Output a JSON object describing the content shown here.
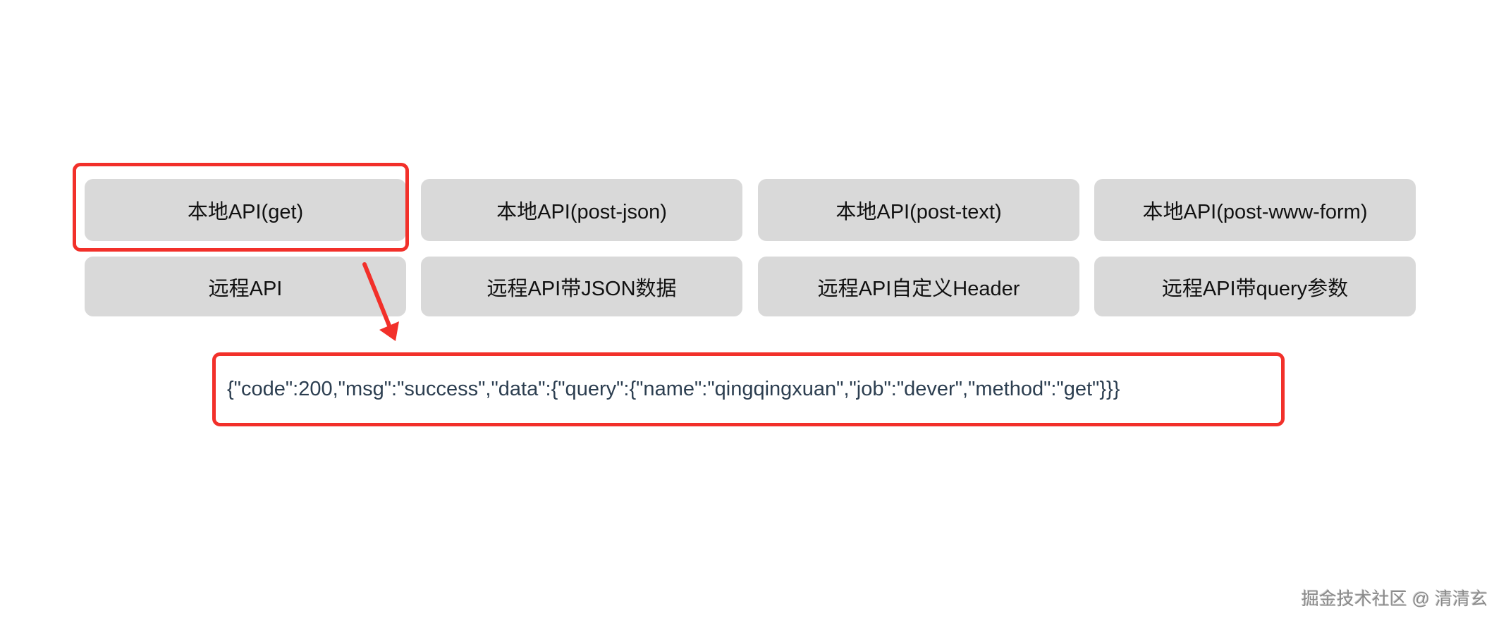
{
  "buttons": {
    "row1": [
      {
        "label": "本地API(get)"
      },
      {
        "label": "本地API(post-json)"
      },
      {
        "label": "本地API(post-text)"
      },
      {
        "label": "本地API(post-www-form)"
      }
    ],
    "row2": [
      {
        "label": "远程API"
      },
      {
        "label": "远程API带JSON数据"
      },
      {
        "label": "远程API自定义Header"
      },
      {
        "label": "远程API带query参数"
      }
    ]
  },
  "response": {
    "text": "{\"code\":200,\"msg\":\"success\",\"data\":{\"query\":{\"name\":\"qingqingxuan\",\"job\":\"dever\",\"method\":\"get\"}}}"
  },
  "annotations": {
    "highlight_color": "#f2302a",
    "arrow_icon": "arrow-down-right"
  },
  "watermark": {
    "text": "掘金技术社区 @ 清清玄"
  },
  "colors": {
    "button_bg": "#d9d9d9",
    "button_text": "#111111",
    "response_text": "#2c3e50"
  }
}
